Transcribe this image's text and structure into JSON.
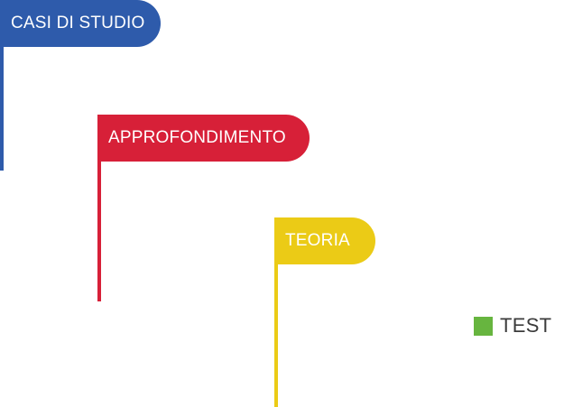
{
  "categories": [
    {
      "label": "CASI DI STUDIO",
      "color": "#2e5bab"
    },
    {
      "label": "APPROFONDIMENTO",
      "color": "#d72038"
    },
    {
      "label": "TEORIA",
      "color": "#ebcb16"
    }
  ],
  "legend": {
    "label": "TEST",
    "color": "#67b53f"
  }
}
